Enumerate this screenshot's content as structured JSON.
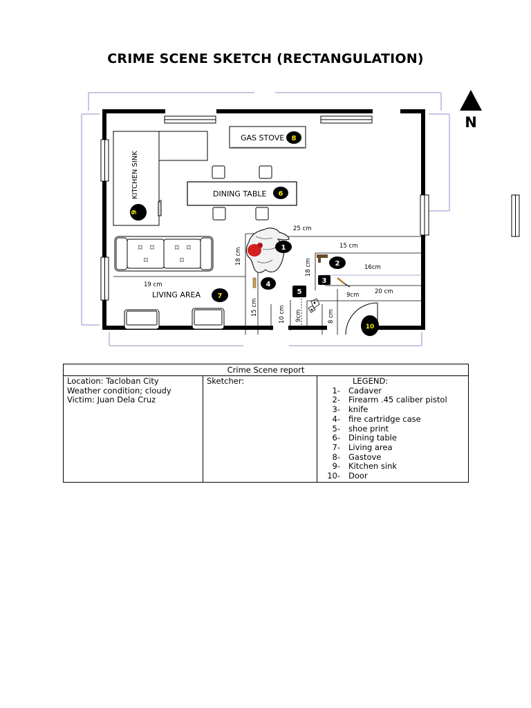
{
  "title": "CRIME SCENE SKETCH (RECTANGULATION)",
  "compass": {
    "label": "N"
  },
  "room_labels": {
    "gas_stove": "GAS STOVE",
    "dining_table": "DINING TABLE",
    "kitchen_sink": "KITCHEN SINK",
    "living_area": "LIVING AREA"
  },
  "markers": {
    "m1": "1",
    "m2": "2",
    "m3": "3",
    "m4": "4",
    "m5": "5",
    "m6": "6",
    "m7": "7",
    "m8": "8",
    "m9": "9",
    "m10": "10"
  },
  "measurements": {
    "d25": "25 cm",
    "d15a": "15 cm",
    "d16": "16cm",
    "d18a": "18 cm",
    "d18b": "18 cm",
    "d19": "19 cm",
    "d20": "20 cm",
    "d9a": "9cm",
    "d15b": "15 cm",
    "d10": "10 cm",
    "d9b": "9cm",
    "d8": "8 cm"
  },
  "colors": {
    "marker_fill": "#000000",
    "marker_number": "#f5e60a",
    "blood": "#d42020",
    "guide": "#8c8ccc"
  },
  "report": {
    "header": "Crime Scene report",
    "location": "Location: Tacloban City",
    "weather": "Weather condition; cloudy",
    "victim": "Victim: Juan Dela Cruz",
    "sketcher": "Sketcher:",
    "legend_title": "LEGEND:",
    "legend": [
      {
        "num": "1-",
        "text": "Cadaver"
      },
      {
        "num": "2-",
        "text": "Firearm .45 caliber pistol"
      },
      {
        "num": "3-",
        "text": "knife"
      },
      {
        "num": "4-",
        "text": "fire cartridge case"
      },
      {
        "num": "5-",
        "text": "shoe print"
      },
      {
        "num": "6-",
        "text": "Dining table"
      },
      {
        "num": "7-",
        "text": "Living area"
      },
      {
        "num": "8-",
        "text": "Gastove"
      },
      {
        "num": "9-",
        "text": "Kitchen sink"
      },
      {
        "num": "10-",
        "text": "Door"
      }
    ]
  }
}
